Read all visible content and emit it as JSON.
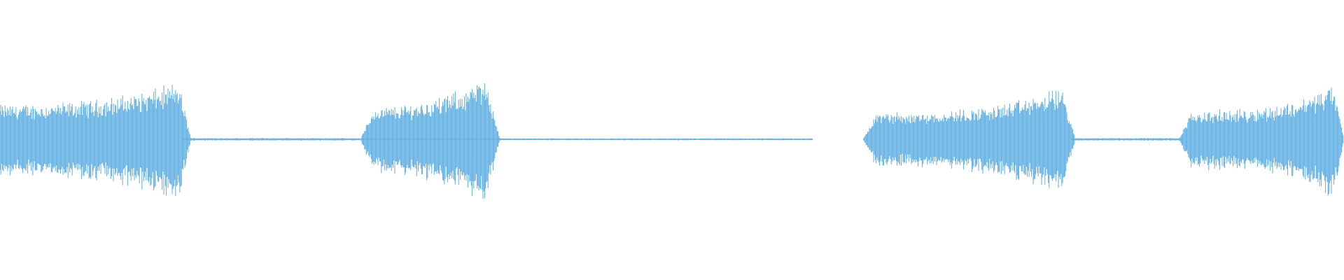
{
  "waveform": {
    "color": "#5dade2",
    "background": "#ffffff",
    "segments": [
      {
        "start": 0.0,
        "end": 0.268,
        "shape": "swell",
        "peak": 0.9,
        "body": 0.5
      },
      {
        "start": 0.268,
        "end": 0.605,
        "shape": "silence",
        "peak": 0.02,
        "body": 0.02
      },
      {
        "start": 0.268,
        "end": 0.37,
        "shape": "swell",
        "peak": 0.95,
        "body": 0.55
      },
      {
        "start": 0.642,
        "end": 0.795,
        "shape": "swell",
        "peak": 0.85,
        "body": 0.5
      },
      {
        "start": 0.795,
        "end": 0.88,
        "shape": "silence",
        "peak": 0.02,
        "body": 0.02
      },
      {
        "start": 0.88,
        "end": 1.0,
        "shape": "swell",
        "peak": 1.0,
        "body": 0.48
      }
    ]
  }
}
